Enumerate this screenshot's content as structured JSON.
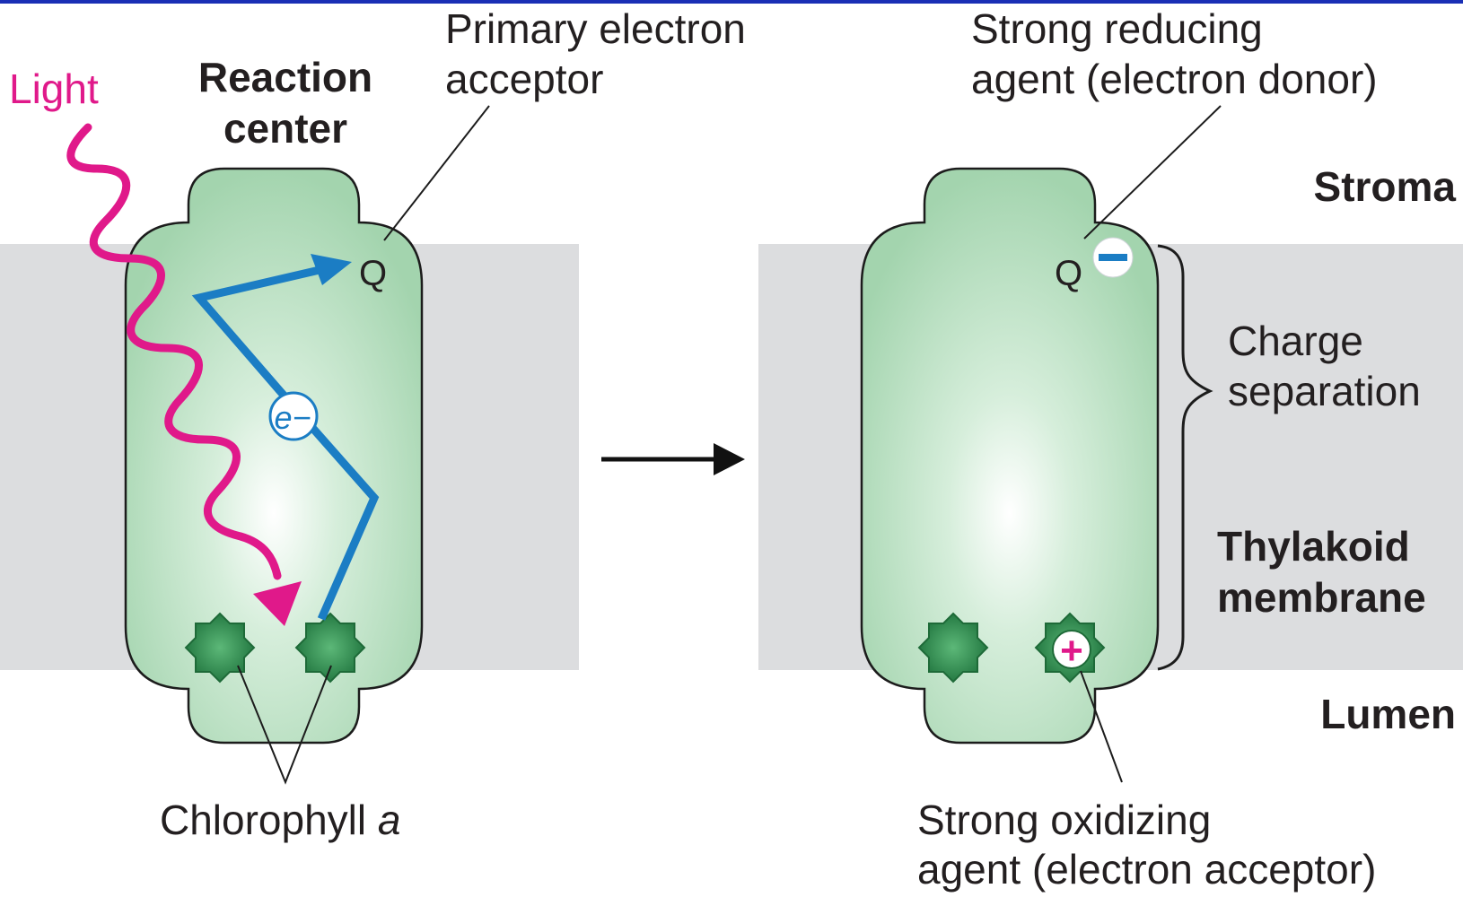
{
  "labels": {
    "light": "Light",
    "reaction_center_1": "Reaction",
    "reaction_center_2": "center",
    "primary_acceptor_1": "Primary electron",
    "primary_acceptor_2": "acceptor",
    "reducing_agent_1": "Strong reducing",
    "reducing_agent_2": "agent (electron donor)",
    "stroma": "Stroma",
    "charge_sep_1": "Charge",
    "charge_sep_2": "separation",
    "thylakoid_1": "Thylakoid",
    "thylakoid_2": "membrane",
    "lumen": "Lumen",
    "chlorophyll": "Chlorophyll ",
    "chlorophyll_italic": "a",
    "oxidizing_agent_1": "Strong oxidizing",
    "oxidizing_agent_2": "agent (electron acceptor)",
    "q_left": "Q",
    "q_right": "Q",
    "electron": "e−",
    "minus": "−",
    "plus": "+"
  },
  "colors": {
    "light_wave": "#e0198a",
    "electron_path": "#1b7dc4",
    "membrane": "#dcdddf",
    "protein_fill": "#a9d8b4",
    "chlorophyll": "#2e8b4f",
    "top_rule": "#1a2fb5"
  }
}
